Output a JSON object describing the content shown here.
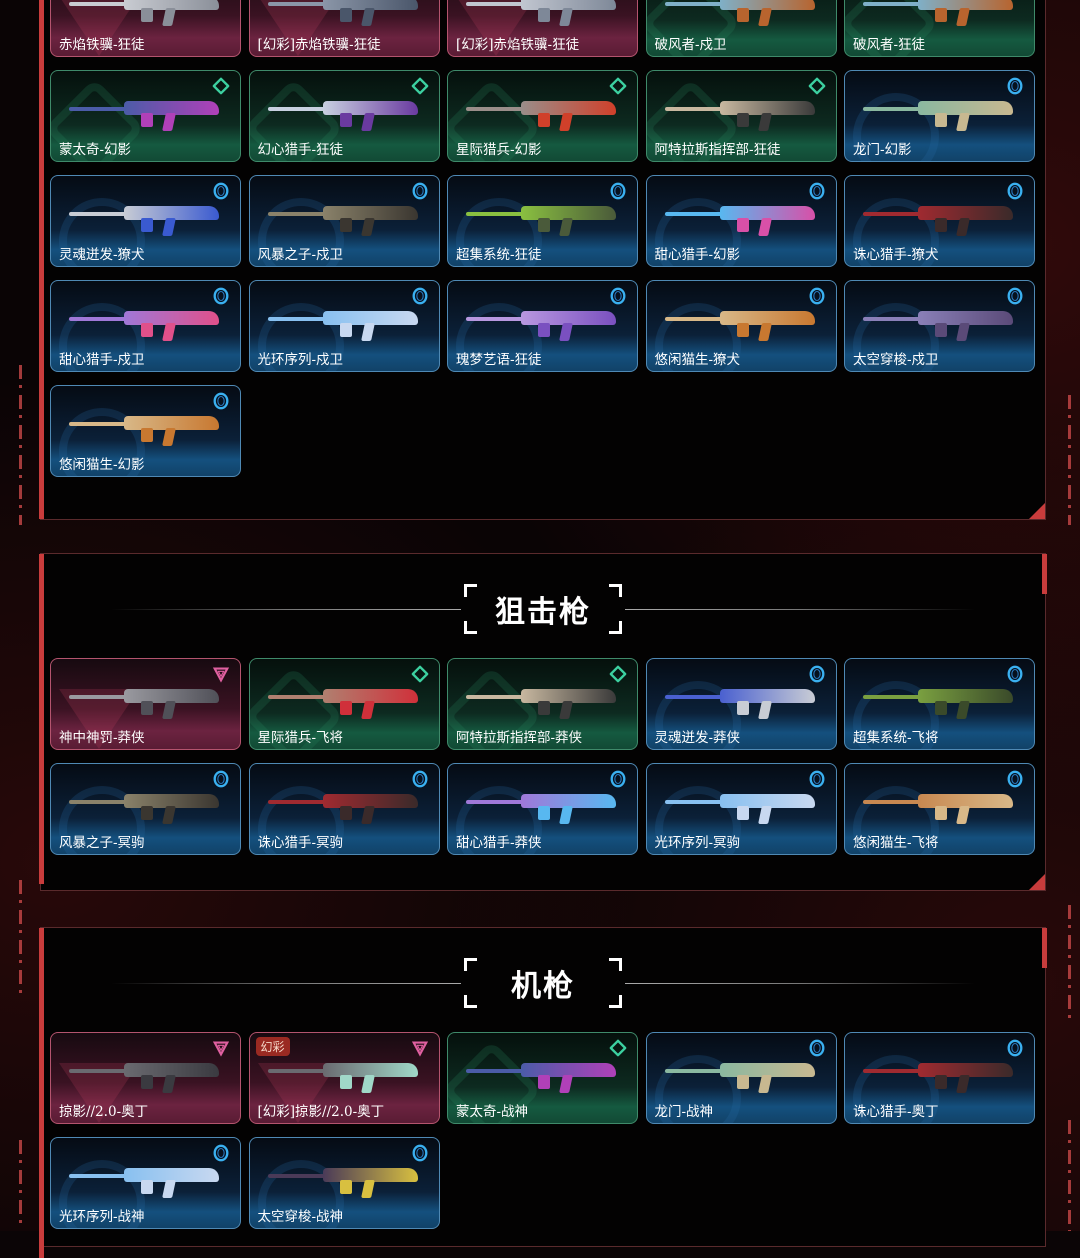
{
  "colors": {
    "tier_red": "#b4546e",
    "tier_green": "#3f8a6a",
    "tier_blue": "#4f89b4",
    "accent": "#c83c3c"
  },
  "sections": [
    {
      "id": "rifles-continued",
      "title": "",
      "items": [
        {
          "label": "赤焰铁骥-狂徒",
          "tier": "red",
          "icon": "triangle-tier-icon",
          "gun_colors": [
            "#c9ccd2",
            "#8a8f99"
          ]
        },
        {
          "label": "[幻彩]赤焰铁骥-狂徒",
          "tier": "red",
          "icon": "triangle-tier-icon",
          "gun_colors": [
            "#8b96a8",
            "#4a566a"
          ]
        },
        {
          "label": "[幻彩]赤焰铁骥-狂徒",
          "tier": "red",
          "icon": "triangle-tier-icon",
          "gun_colors": [
            "#c1c6d0",
            "#7e8898"
          ]
        },
        {
          "label": "破风者-戍卫",
          "tier": "green",
          "icon": "diamond-tier-icon",
          "gun_colors": [
            "#7fb0c8",
            "#b8642e"
          ]
        },
        {
          "label": "破风者-狂徒",
          "tier": "green",
          "icon": "diamond-tier-icon",
          "gun_colors": [
            "#7fb0c8",
            "#b8642e"
          ]
        },
        {
          "label": "蒙太奇-幻影",
          "tier": "green",
          "icon": "diamond-tier-icon",
          "gun_colors": [
            "#4b5ca8",
            "#b040b8"
          ]
        },
        {
          "label": "幻心猎手-狂徒",
          "tier": "green",
          "icon": "diamond-tier-icon",
          "gun_colors": [
            "#c8d0e0",
            "#6a3aa0"
          ]
        },
        {
          "label": "星际猎兵-幻影",
          "tier": "green",
          "icon": "diamond-tier-icon",
          "gun_colors": [
            "#9a8e8a",
            "#d0402a"
          ]
        },
        {
          "label": "阿特拉斯指挥部-狂徒",
          "tier": "green",
          "icon": "diamond-tier-icon",
          "gun_colors": [
            "#c8b8a0",
            "#3a3a3a"
          ]
        },
        {
          "label": "龙门-幻影",
          "tier": "blue",
          "icon": "ring-tier-icon",
          "gun_colors": [
            "#8ab8a0",
            "#c8b890"
          ]
        },
        {
          "label": "灵魂迸发-獠犬",
          "tier": "blue",
          "icon": "ring-tier-icon",
          "gun_colors": [
            "#c8ccd4",
            "#3a5ad0"
          ]
        },
        {
          "label": "风暴之子-戍卫",
          "tier": "blue",
          "icon": "ring-tier-icon",
          "gun_colors": [
            "#8a826a",
            "#3a3630"
          ]
        },
        {
          "label": "超集系统-狂徒",
          "tier": "blue",
          "icon": "ring-tier-icon",
          "gun_colors": [
            "#8ac040",
            "#4a5a3a"
          ]
        },
        {
          "label": "甜心猎手-幻影",
          "tier": "blue",
          "icon": "ring-tier-icon",
          "gun_colors": [
            "#58b8f0",
            "#d850a8"
          ]
        },
        {
          "label": "诛心猎手-獠犬",
          "tier": "blue",
          "icon": "ring-tier-icon",
          "gun_colors": [
            "#a02a30",
            "#3a2a2a"
          ]
        },
        {
          "label": "甜心猎手-戍卫",
          "tier": "blue",
          "icon": "ring-tier-icon",
          "gun_colors": [
            "#a078d8",
            "#e0508a"
          ]
        },
        {
          "label": "光环序列-戍卫",
          "tier": "blue",
          "icon": "ring-tier-icon",
          "gun_colors": [
            "#88c0f0",
            "#c8d8f0"
          ]
        },
        {
          "label": "瑰梦艺语-狂徒",
          "tier": "blue",
          "icon": "ring-tier-icon",
          "gun_colors": [
            "#b898e0",
            "#7a50c0"
          ]
        },
        {
          "label": "悠闲猫生-獠犬",
          "tier": "blue",
          "icon": "ring-tier-icon",
          "gun_colors": [
            "#d8b888",
            "#c87830"
          ]
        },
        {
          "label": "太空穿梭-戍卫",
          "tier": "blue",
          "icon": "ring-tier-icon",
          "gun_colors": [
            "#8a80b8",
            "#5a4a78"
          ]
        },
        {
          "label": "悠闲猫生-幻影",
          "tier": "blue",
          "icon": "ring-tier-icon",
          "gun_colors": [
            "#d8b888",
            "#c87830"
          ]
        }
      ]
    },
    {
      "id": "sniper",
      "title": "狙击枪",
      "items": [
        {
          "label": "神中神罚-莽侠",
          "tier": "red",
          "icon": "triangle-tier-icon",
          "gun_colors": [
            "#9a9aa0",
            "#505058"
          ]
        },
        {
          "label": "星际猎兵-飞将",
          "tier": "green",
          "icon": "diamond-tier-icon",
          "gun_colors": [
            "#b08070",
            "#d0303a"
          ]
        },
        {
          "label": "阿特拉斯指挥部-莽侠",
          "tier": "green",
          "icon": "diamond-tier-icon",
          "gun_colors": [
            "#c8b8a0",
            "#3a3a3a"
          ]
        },
        {
          "label": "灵魂迸发-莽侠",
          "tier": "blue",
          "icon": "ring-tier-icon",
          "gun_colors": [
            "#4a60d0",
            "#c8ccd4"
          ]
        },
        {
          "label": "超集系统-飞将",
          "tier": "blue",
          "icon": "ring-tier-icon",
          "gun_colors": [
            "#7aa040",
            "#3a4a2a"
          ]
        },
        {
          "label": "风暴之子-冥驹",
          "tier": "blue",
          "icon": "ring-tier-icon",
          "gun_colors": [
            "#8a826a",
            "#3a3630"
          ]
        },
        {
          "label": "诛心猎手-冥驹",
          "tier": "blue",
          "icon": "ring-tier-icon",
          "gun_colors": [
            "#a02a30",
            "#3a2a2a"
          ]
        },
        {
          "label": "甜心猎手-莽侠",
          "tier": "blue",
          "icon": "ring-tier-icon",
          "gun_colors": [
            "#a078d8",
            "#58b8f0"
          ]
        },
        {
          "label": "光环序列-冥驹",
          "tier": "blue",
          "icon": "ring-tier-icon",
          "gun_colors": [
            "#88c0f0",
            "#c8d8f0"
          ]
        },
        {
          "label": "悠闲猫生-飞将",
          "tier": "blue",
          "icon": "ring-tier-icon",
          "gun_colors": [
            "#c88850",
            "#d8b888"
          ]
        }
      ]
    },
    {
      "id": "machine-gun",
      "title": "机枪",
      "items": [
        {
          "label": "掠影//2.0-奥丁",
          "tier": "red",
          "icon": "triangle-tier-icon",
          "gun_colors": [
            "#6a6a70",
            "#3a3a40"
          ]
        },
        {
          "label": "[幻彩]掠影//2.0-奥丁",
          "tier": "red",
          "icon": "triangle-tier-icon",
          "badge": "幻彩",
          "gun_colors": [
            "#6a6a70",
            "#a0d8c8"
          ]
        },
        {
          "label": "蒙太奇-战神",
          "tier": "green",
          "icon": "diamond-tier-icon",
          "gun_colors": [
            "#4b5ca8",
            "#b040b8"
          ]
        },
        {
          "label": "龙门-战神",
          "tier": "blue",
          "icon": "ring-tier-icon",
          "gun_colors": [
            "#8ab8a0",
            "#c8b890"
          ]
        },
        {
          "label": "诛心猎手-奥丁",
          "tier": "blue",
          "icon": "ring-tier-icon",
          "gun_colors": [
            "#a02a30",
            "#3a2a2a"
          ]
        },
        {
          "label": "光环序列-战神",
          "tier": "blue",
          "icon": "ring-tier-icon",
          "gun_colors": [
            "#88c0f0",
            "#c8d8f0"
          ]
        },
        {
          "label": "太空穿梭-战神",
          "tier": "blue",
          "icon": "ring-tier-icon",
          "gun_colors": [
            "#4a3a58",
            "#d8c040"
          ]
        }
      ]
    }
  ]
}
